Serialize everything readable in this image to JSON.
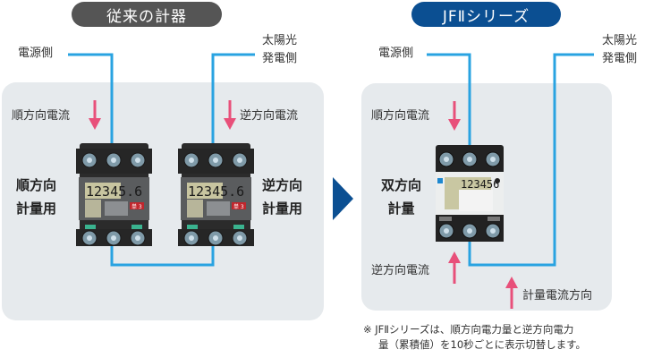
{
  "legacy": {
    "title": "従来の計器",
    "source_side": "電源側",
    "solar_side": [
      "太陽光",
      "発電側"
    ],
    "forward_current": "順方向電流",
    "reverse_current": "逆方向電流",
    "meter_forward_label": [
      "順方向",
      "計量用"
    ],
    "meter_reverse_label": [
      "逆方向",
      "計量用"
    ],
    "meter_display": "12345.6",
    "meter_badge": "単 3"
  },
  "jf2": {
    "title": "JFⅡシリーズ",
    "source_side": "電源側",
    "solar_side": [
      "太陽光",
      "発電側"
    ],
    "forward_current": "順方向電流",
    "reverse_current": "逆方向電流",
    "meter_label": [
      "双方向",
      "計量"
    ],
    "measurement_direction": "計量電流方向",
    "meter_display": "123456"
  },
  "note": [
    "※ JFⅡシリーズは、順方向電力量と逆方向電力",
    "量（累積値）を10秒ごとに表示切替します。"
  ],
  "colors": {
    "wire": "#29a3e1",
    "arrow": "#e8507a",
    "panel": "#e6eaed",
    "legacy_pill": "#555555",
    "jf2_pill": "#0b4f92",
    "transition_arrow": "#0b4f92"
  }
}
